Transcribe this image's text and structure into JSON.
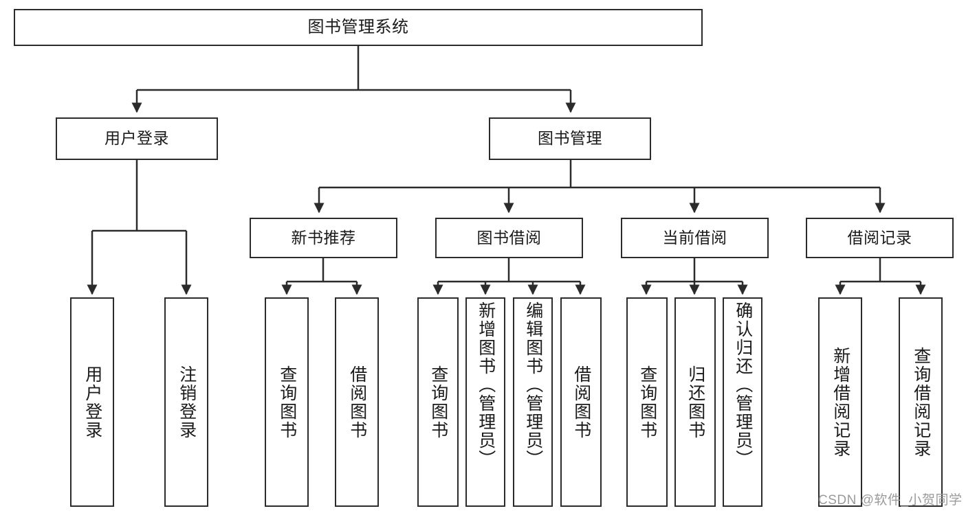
{
  "diagram": {
    "title": "图书管理系统",
    "type": "function-structure-tree",
    "background_color": "#ffffff",
    "border_color": "#2b2b2b",
    "text_color": "#1a1a1a"
  },
  "nodes": {
    "root": {
      "label": "图书管理系统"
    },
    "level2": [
      {
        "label": "用户登录"
      },
      {
        "label": "图书管理"
      }
    ],
    "level3": [
      {
        "label": "新书推荐"
      },
      {
        "label": "图书借阅"
      },
      {
        "label": "当前借阅"
      },
      {
        "label": "借阅记录"
      }
    ],
    "leaves": {
      "user_login": [
        {
          "label": "用户登录"
        },
        {
          "label": "注销登录"
        }
      ],
      "new_book_recommend": [
        {
          "label": "查询图书"
        },
        {
          "label": "借阅图书"
        }
      ],
      "book_borrow": [
        {
          "label": "查询图书"
        },
        {
          "label": "新增图书（管理员）"
        },
        {
          "label": "编辑图书（管理员）"
        },
        {
          "label": "借阅图书"
        }
      ],
      "current_borrow": [
        {
          "label": "查询图书"
        },
        {
          "label": "归还图书"
        },
        {
          "label": "确认归还（管理员）"
        }
      ],
      "borrow_record": [
        {
          "label": "新增借阅记录"
        },
        {
          "label": "查询借阅记录"
        }
      ]
    }
  },
  "watermark": {
    "text": "CSDN @软件_小贺同学",
    "color": "#9a9a9a"
  }
}
